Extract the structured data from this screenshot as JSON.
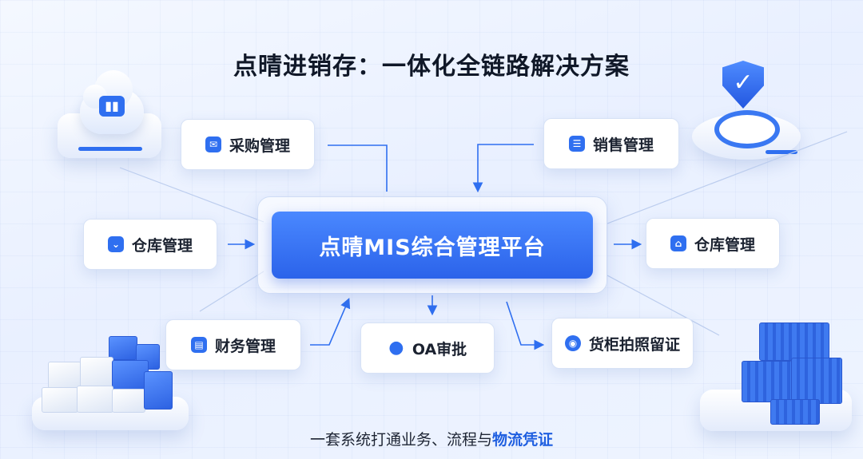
{
  "title": "点晴进销存：一体化全链路解决方案",
  "center_label": "点晴MIS综合管理平台",
  "nodes": {
    "purchase": "采购管理",
    "sales": "销售管理",
    "warehouse_left": "仓库管理",
    "warehouse_right": "仓库管理",
    "finance": "财务管理",
    "oa": "OA审批",
    "container_photo": "货柜拍照留证"
  },
  "subtitle": {
    "plain": "一套系统打通业务、流程与",
    "highlight": "物流凭证"
  },
  "colors": {
    "accent": "#2f6ff0",
    "center_top": "#4a88ff",
    "center_bottom": "#2b63ea",
    "title": "#101828"
  },
  "icons": {
    "purchase": "mail-icon",
    "sales": "list-icon",
    "warehouse_left": "chevron-down-icon",
    "warehouse_right": "warehouse-icon",
    "finance": "document-icon",
    "oa": "location-pin-icon",
    "container_photo": "camera-icon"
  }
}
